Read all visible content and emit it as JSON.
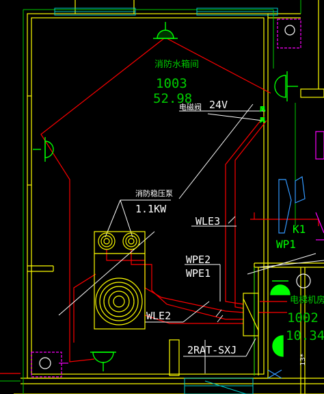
{
  "rooms": {
    "fire_tank": {
      "name": "消防水箱间",
      "number": "1003",
      "area": "52.98"
    },
    "elevator": {
      "name": "电梯机房",
      "number": "1002",
      "area": "10.34"
    }
  },
  "equipment": {
    "pump_label": "消防稳压泵",
    "pump_power": "1.1KW",
    "valve_label": "电磁阀",
    "voltage": "24V"
  },
  "circuits": {
    "wle3": "WLE3",
    "wpe2": "WPE2",
    "wpe1": "WPE1",
    "wle2": "WLE2",
    "panel": "2RAT-SXJ",
    "k1": "K1",
    "wp1": "WP1",
    "side_label": "13*"
  },
  "colors": {
    "wall": "#ffff00",
    "wire": "#ff0000",
    "lead": "#ffffff",
    "fixture": "#00ff00",
    "room_text": "#00cc00",
    "window": "#00cccc",
    "equipment": "#ffff00",
    "magenta": "#ff00ff",
    "blue": "#3399ff"
  },
  "icons": [
    "ceiling-light-icon",
    "wall-light-icon",
    "pump-icon",
    "fan-icon",
    "smoke-detector-icon",
    "panel-icon"
  ]
}
